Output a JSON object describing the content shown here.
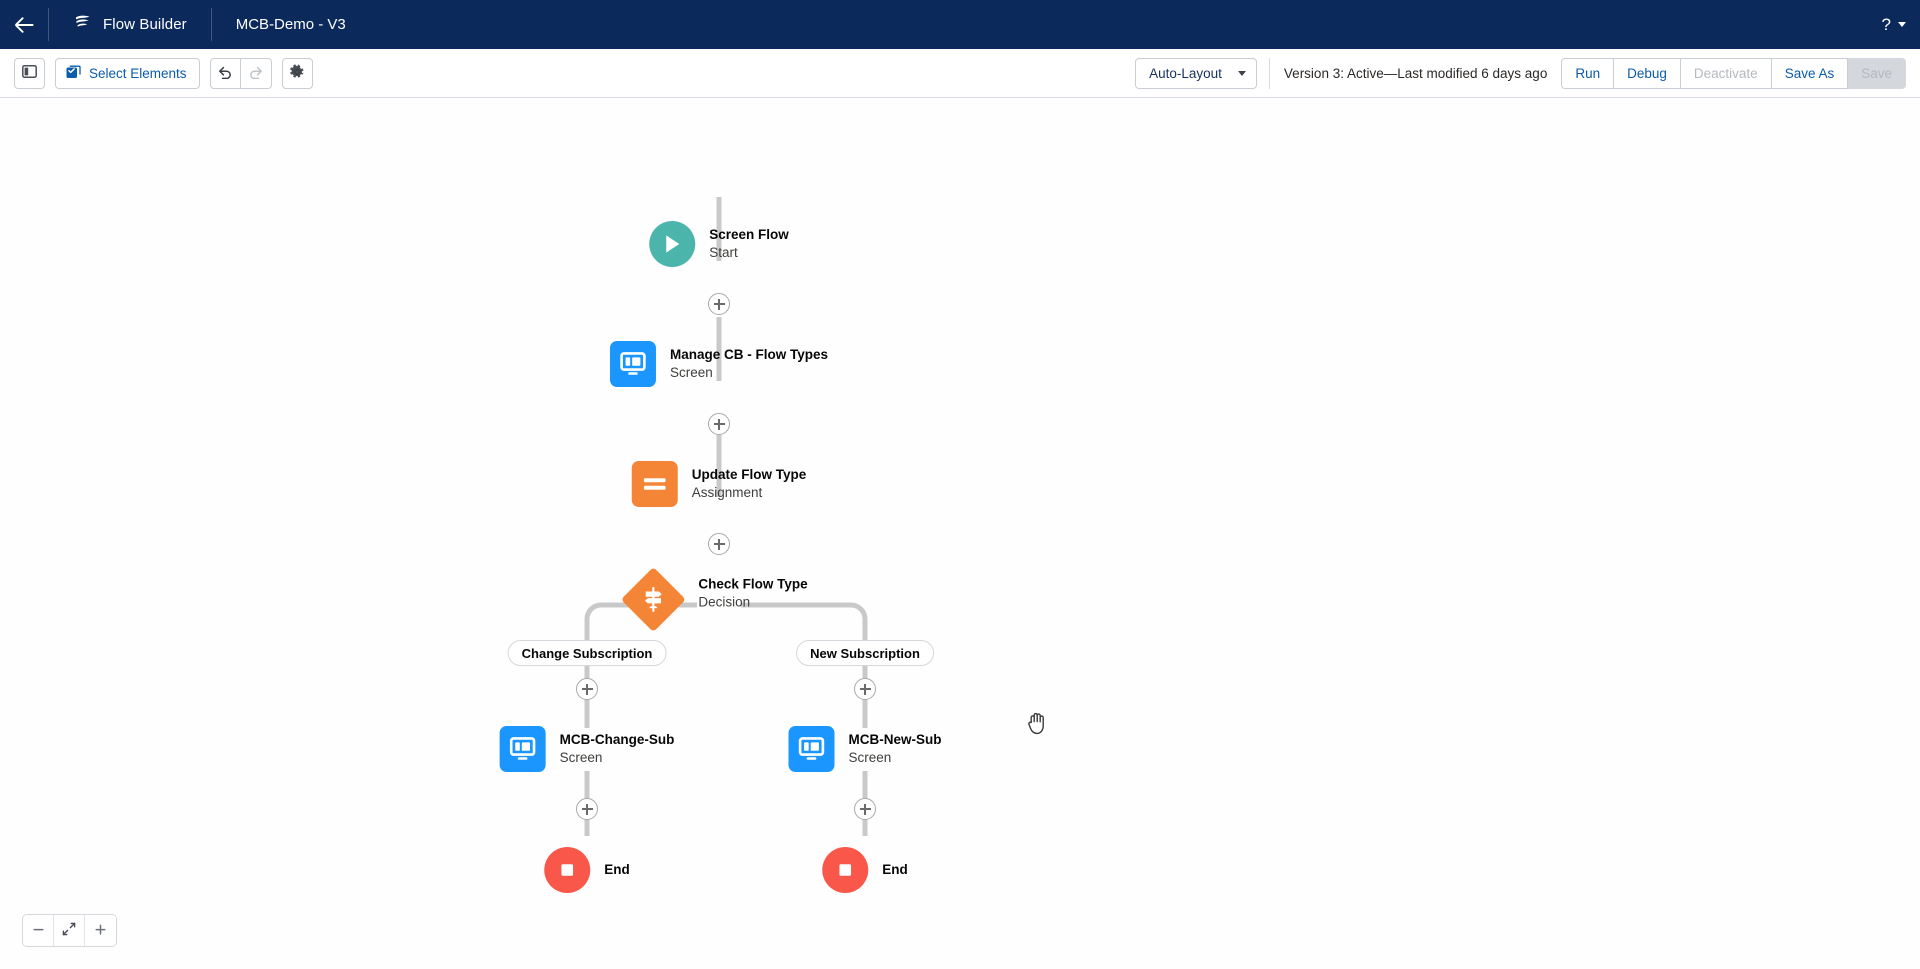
{
  "header": {
    "back_icon": "arrow-left-icon",
    "app_icon": "flow-builder-icon",
    "app_name": "Flow Builder",
    "flow_name": "MCB-Demo - V3",
    "help_icon": "question-mark-icon",
    "help_label": "?"
  },
  "toolbar": {
    "panel_toggle_icon": "left-panel-toggle-icon",
    "select_elements_label": "Select Elements",
    "select_elements_icon": "select-elements-icon",
    "undo_icon": "undo-icon",
    "redo_icon": "redo-icon",
    "settings_icon": "gear-icon",
    "layout_value": "Auto-Layout",
    "version_status": "Version 3: Active—Last modified 6 days ago",
    "run_label": "Run",
    "debug_label": "Debug",
    "deactivate_label": "Deactivate",
    "save_as_label": "Save As",
    "save_label": "Save"
  },
  "canvas": {
    "zoom_out_label": "−",
    "zoom_fit_label": "fit-to-view",
    "zoom_in_label": "+",
    "cursor": "grab-hand-cursor"
  },
  "flow": {
    "nodes": [
      {
        "id": "start",
        "title": "Screen Flow",
        "subtitle": "Start",
        "icon": "play-icon",
        "shape": "circle",
        "color": "#4bb5ab"
      },
      {
        "id": "screen1",
        "title": "Manage CB - Flow Types",
        "subtitle": "Screen",
        "icon": "screen-icon",
        "shape": "square",
        "color": "#1b96ff"
      },
      {
        "id": "assignment",
        "title": "Update Flow Type",
        "subtitle": "Assignment",
        "icon": "assignment-icon",
        "shape": "square",
        "color": "#f58536"
      },
      {
        "id": "decision",
        "title": "Check Flow Type",
        "subtitle": "Decision",
        "icon": "decision-icon",
        "shape": "diamond",
        "color": "#f58536"
      },
      {
        "id": "screen2",
        "title": "MCB-Change-Sub",
        "subtitle": "Screen",
        "icon": "screen-icon",
        "shape": "square",
        "color": "#1b96ff"
      },
      {
        "id": "screen3",
        "title": "MCB-New-Sub",
        "subtitle": "Screen",
        "icon": "screen-icon",
        "shape": "square",
        "color": "#1b96ff"
      },
      {
        "id": "end1",
        "title": "End",
        "subtitle": "",
        "icon": "end-icon",
        "shape": "circle",
        "color": "#f9574a"
      },
      {
        "id": "end2",
        "title": "End",
        "subtitle": "",
        "icon": "end-icon",
        "shape": "circle",
        "color": "#f9574a"
      }
    ],
    "branches": [
      {
        "id": "branch-left",
        "label": "Change Subscription"
      },
      {
        "id": "branch-right",
        "label": "New Subscription"
      }
    ],
    "add_buttons": [
      {
        "id": "add-after-start"
      },
      {
        "id": "add-after-screen1"
      },
      {
        "id": "add-after-assignment"
      },
      {
        "id": "add-branch-left"
      },
      {
        "id": "add-branch-right"
      },
      {
        "id": "add-after-screen2"
      },
      {
        "id": "add-after-screen3"
      }
    ]
  }
}
